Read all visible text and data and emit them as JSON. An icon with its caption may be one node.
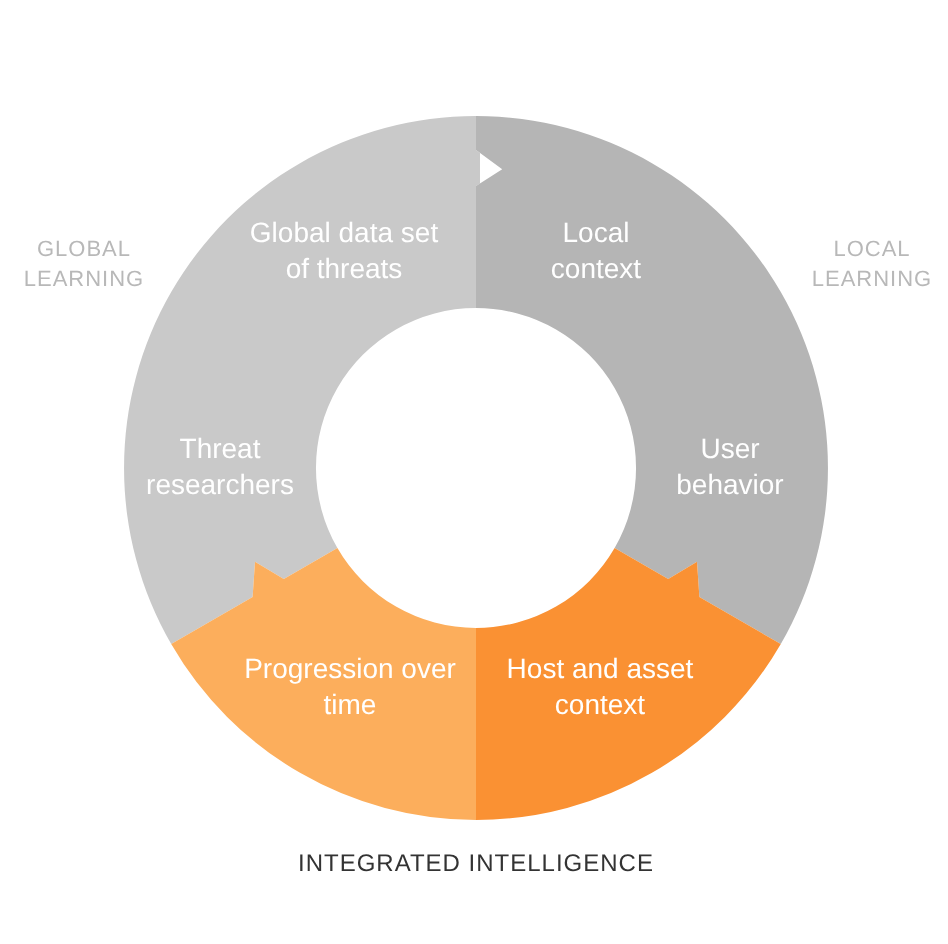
{
  "diagram": {
    "nodes": [
      {
        "text": [
          "Global data set of threats",
          "Threat researchers"
        ]
      },
      {
        "text": [
          "Local context",
          "User behavior"
        ]
      },
      {
        "text": [
          "Progression over time"
        ]
      },
      {
        "text": [
          "Host and asset context"
        ]
      }
    ],
    "labels": [
      "GLOBAL LEARNING",
      "LOCAL LEARNING",
      "INTEGRATED INTELLIGENCE"
    ]
  }
}
